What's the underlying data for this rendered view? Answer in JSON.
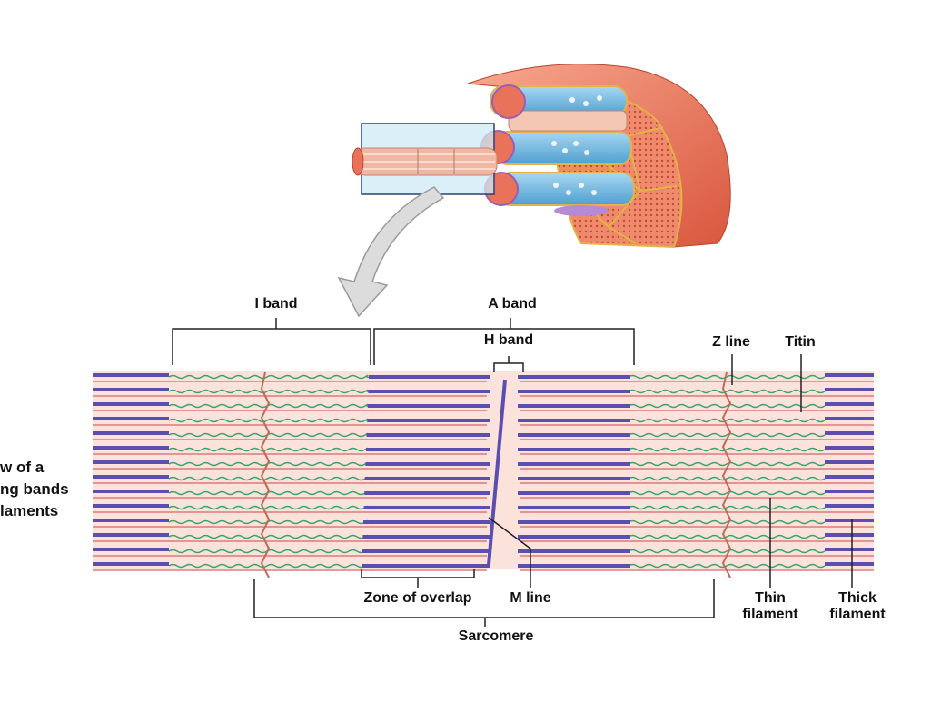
{
  "labels": {
    "i_band": "I band",
    "a_band": "A band",
    "h_band": "H band",
    "z_line": "Z line",
    "titin": "Titin",
    "zone_of_overlap": "Zone of overlap",
    "m_line": "M line",
    "sarcomere": "Sarcomere",
    "thin_filament": [
      "Thin",
      "filament"
    ],
    "thick_filament": [
      "Thick",
      "filament"
    ]
  },
  "cropped_side_text": [
    "w of a",
    "ng bands",
    "laments"
  ],
  "colors": {
    "thick_filament": "#5a4fb0",
    "thin_filament": "#e07a7a",
    "titin": "#3aa36a",
    "z_line": "#c06a5a",
    "sarcomere_bg": "#fbe3dc",
    "fiber_muscle": "#e8735a",
    "myofibril_blue": "#6fb8e0",
    "bracket": "#222222"
  }
}
